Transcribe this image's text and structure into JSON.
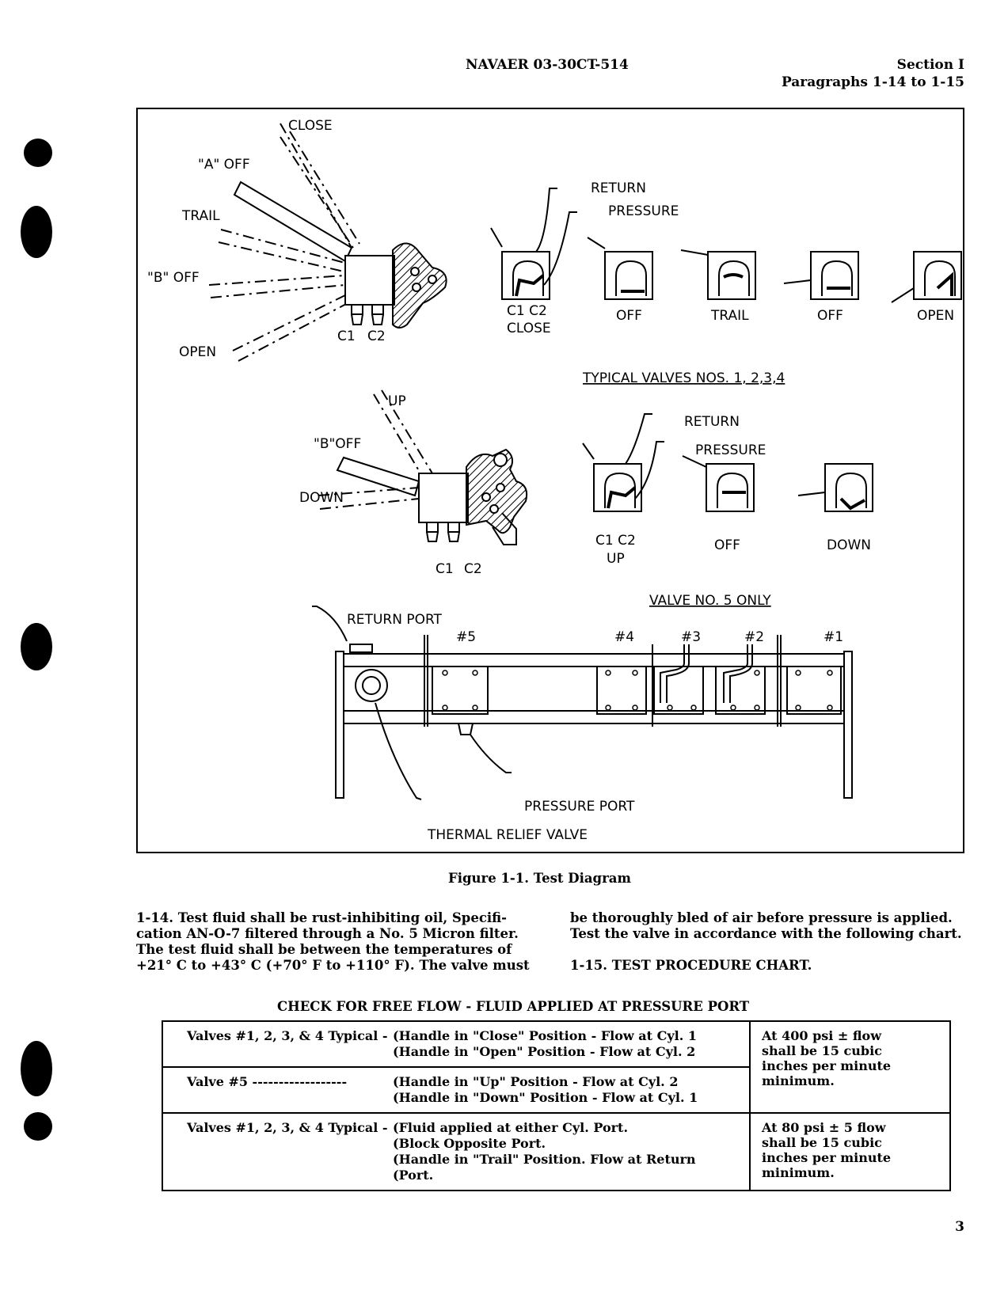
{
  "header": {
    "doc_number": "NAVAER 03-30CT-514",
    "section": "Section I",
    "paragraphs": "Paragraphs 1-14 to 1-15"
  },
  "figure": {
    "labels": {
      "close": "CLOSE",
      "a_off": "\"A\" OFF",
      "trail": "TRAIL",
      "b_off": "\"B\" OFF",
      "open": "OPEN",
      "c1": "C1",
      "c2": "C2",
      "return": "RETURN",
      "pressure": "PRESSURE",
      "pos_c1c2": "C1  C2",
      "pos_close": "CLOSE",
      "pos_off1": "OFF",
      "pos_trail": "TRAIL",
      "pos_off2": "OFF",
      "pos_open": "OPEN",
      "typical_caption": "TYPICAL VALVES NOS. 1, 2,3,4",
      "up": "UP",
      "b_off_2": "\"B\"OFF",
      "down": "DOWN",
      "c1_2": "C1",
      "c2_2": "C2",
      "return_2": "RETURN",
      "pressure_2": "PRESSURE",
      "pos5_c1c2": "C1  C2",
      "pos5_up": "UP",
      "pos5_off": "OFF",
      "pos5_down": "DOWN",
      "valve5_caption": "VALVE NO. 5 ONLY",
      "return_port": "RETURN PORT",
      "n5": "#5",
      "n4": "#4",
      "n3": "#3",
      "n2": "#2",
      "n1": "#1",
      "pressure_port": "PRESSURE PORT",
      "thermal_relief": "THERMAL RELIEF VALVE"
    },
    "caption": "Figure 1-1.  Test Diagram"
  },
  "body": {
    "para_left": [
      "1-14.  Test fluid shall be rust-inhibiting oil, Specifi-",
      "cation AN-O-7 filtered through a No. 5 Micron filter.",
      "The test fluid shall be between the temperatures of",
      "+21° C to +43° C (+70° F to +110° F).  The valve must"
    ],
    "para_right": [
      "be thoroughly bled of air before pressure is applied.",
      "Test the valve in accordance with the following chart."
    ],
    "chart_heading": "1-15.  TEST PROCEDURE CHART."
  },
  "table": {
    "title": "CHECK FOR FREE FLOW - FLUID APPLIED AT PRESSURE PORT",
    "row1": {
      "name": "Valves #1, 2, 3, & 4 Typical -",
      "lines": [
        "(Handle in \"Close\"  Position - Flow at Cyl. 1",
        "(Handle in \"Open\"   Position - Flow at Cyl. 2"
      ]
    },
    "row2": {
      "name": "Valve   #5 ------------------",
      "lines": [
        "(Handle in \"Up\"      Position - Flow at Cyl. 2",
        "(Handle in \"Down\"  Position - Flow at Cyl. 1"
      ]
    },
    "result1": [
      "At 400 psi ± flow",
      "shall be 15 cubic",
      "inches per minute",
      "minimum."
    ],
    "row3": {
      "name": "Valves #1, 2, 3, & 4 Typical -",
      "lines": [
        "(Fluid applied at either Cyl. Port.",
        "(Block Opposite Port.",
        "(Handle in \"Trail\" Position. Flow at Return",
        "(Port."
      ]
    },
    "result2": [
      "At 80 psi ± 5 flow",
      "shall be 15 cubic",
      "inches per minute",
      "minimum."
    ]
  },
  "page_number": "3"
}
